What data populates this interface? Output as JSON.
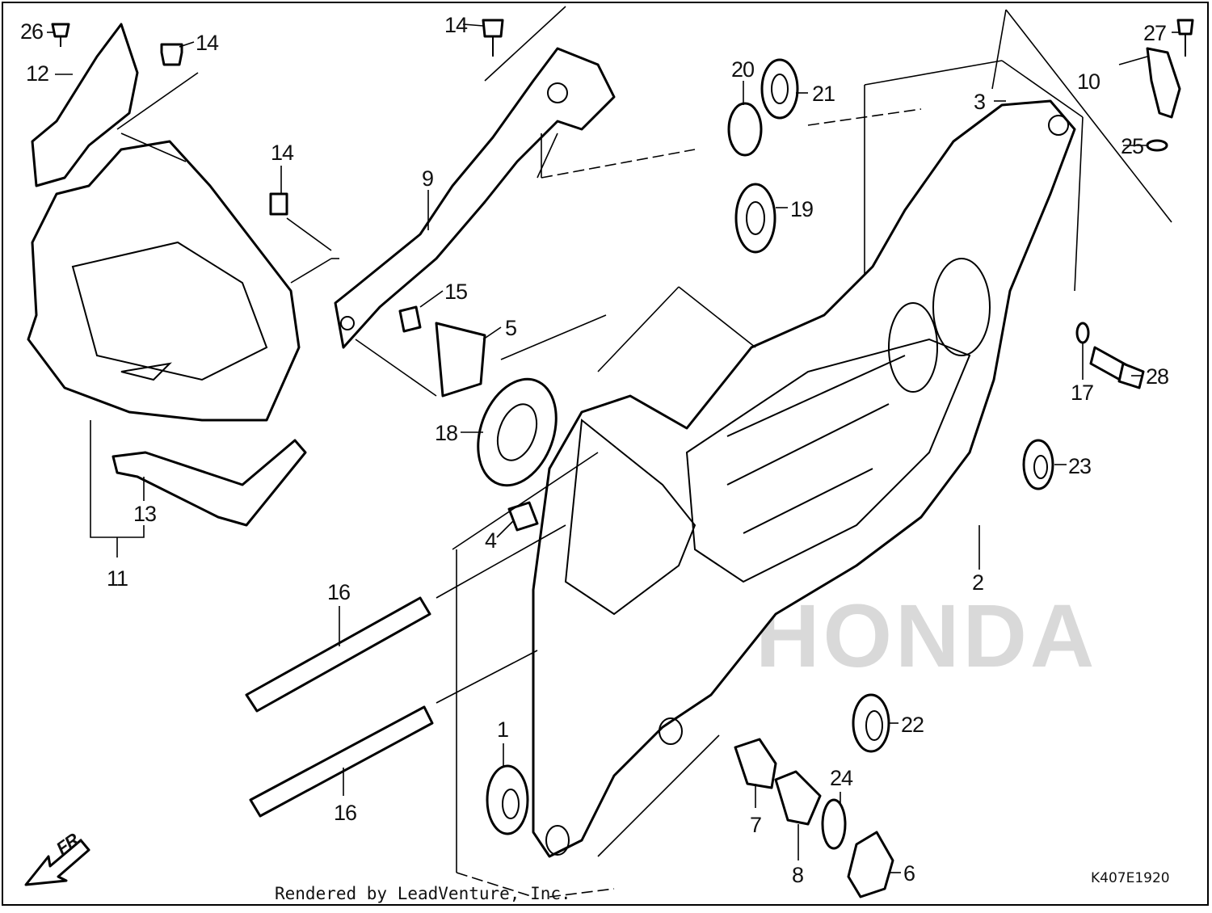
{
  "diagram": {
    "brand_watermark": "HONDA",
    "credit": "Rendered by LeadVenture, Inc.",
    "drawing_code": "K407E1920",
    "front_marker": "FR.",
    "callouts": [
      "1",
      "2",
      "3",
      "4",
      "5",
      "6",
      "7",
      "8",
      "9",
      "10",
      "11",
      "12",
      "13",
      "14",
      "14",
      "14",
      "14",
      "15",
      "16",
      "16",
      "17",
      "18",
      "19",
      "20",
      "21",
      "22",
      "23",
      "24",
      "25",
      "26",
      "27",
      "28"
    ]
  }
}
